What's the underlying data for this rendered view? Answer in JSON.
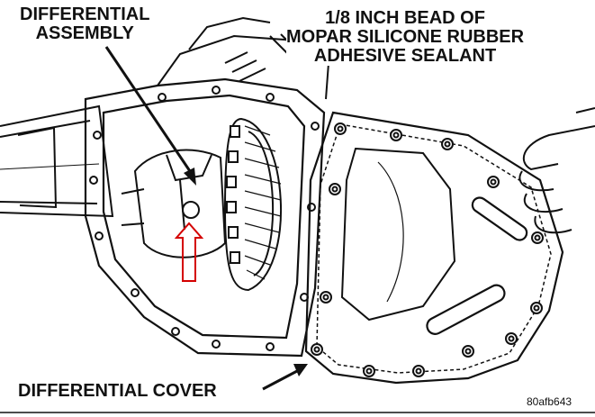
{
  "labels": {
    "differential_assembly_line1": "DIFFERENTIAL",
    "differential_assembly_line2": "ASSEMBLY",
    "sealant_line1": "1/8 INCH BEAD OF",
    "sealant_line2": "MOPAR SILICONE RUBBER",
    "sealant_line3": "ADHESIVE SEALANT",
    "differential_cover": "DIFFERENTIAL COVER",
    "figure_id": "80afb643"
  },
  "colors": {
    "line": "#111111",
    "marker": "#d40000",
    "background": "#ffffff"
  }
}
